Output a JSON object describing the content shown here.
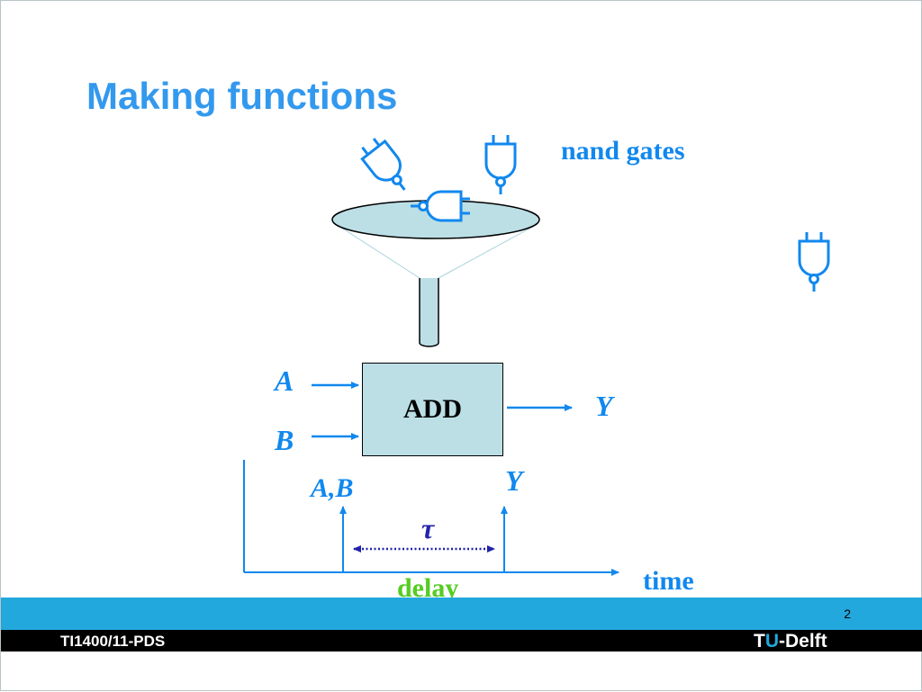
{
  "slide": {
    "title": "Making functions",
    "gates_label": "nand gates",
    "block_label": "ADD",
    "inputs": [
      "A",
      "B"
    ],
    "output": "Y",
    "timing": {
      "input_event": "A,B",
      "output_event": "Y",
      "delay_symbol": "τ",
      "time_axis": "time",
      "delay_label": "delay"
    }
  },
  "footer": {
    "page_number": "2",
    "course": "TI1400/11-PDS",
    "logo_prefix": "T",
    "logo_accent": "U",
    "logo_suffix": "-Delft"
  },
  "colors": {
    "title": "#3399ee",
    "label_blue": "#1188ee",
    "delay_green": "#55cc22",
    "tau_navy": "#2222aa",
    "band_blue": "#22a8dd",
    "box_fill": "#bcdfe6"
  },
  "icons": [
    "nand-gate-icon",
    "funnel-icon"
  ]
}
